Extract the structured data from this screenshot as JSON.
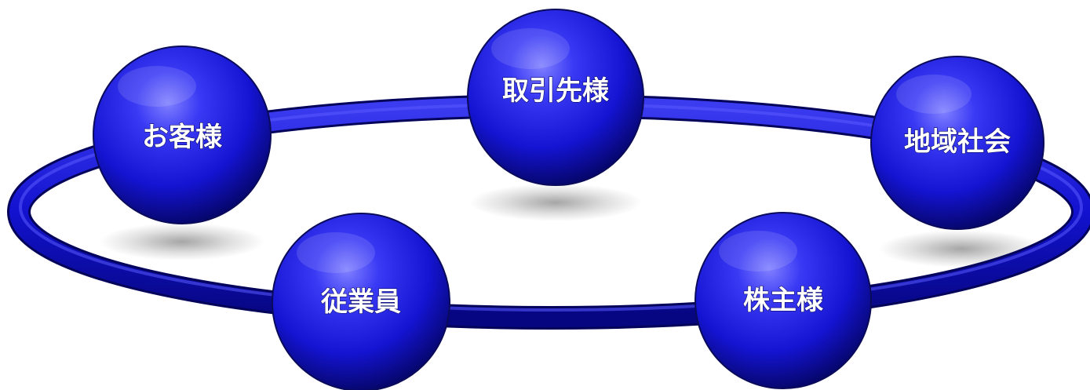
{
  "diagram": {
    "colors": {
      "background": "#ffffff",
      "ring": "#1515d8",
      "sphere_highlight": "#6f6fff",
      "sphere_mid": "#1a1ae6",
      "sphere_dark": "#050575",
      "label_text": "#ffffff"
    },
    "nodes": [
      {
        "id": "customers",
        "label": "お客様"
      },
      {
        "id": "business-partners",
        "label": "取引先様"
      },
      {
        "id": "local-community",
        "label": "地域社会"
      },
      {
        "id": "employees",
        "label": "従業員"
      },
      {
        "id": "shareholders",
        "label": "株主様"
      }
    ]
  }
}
